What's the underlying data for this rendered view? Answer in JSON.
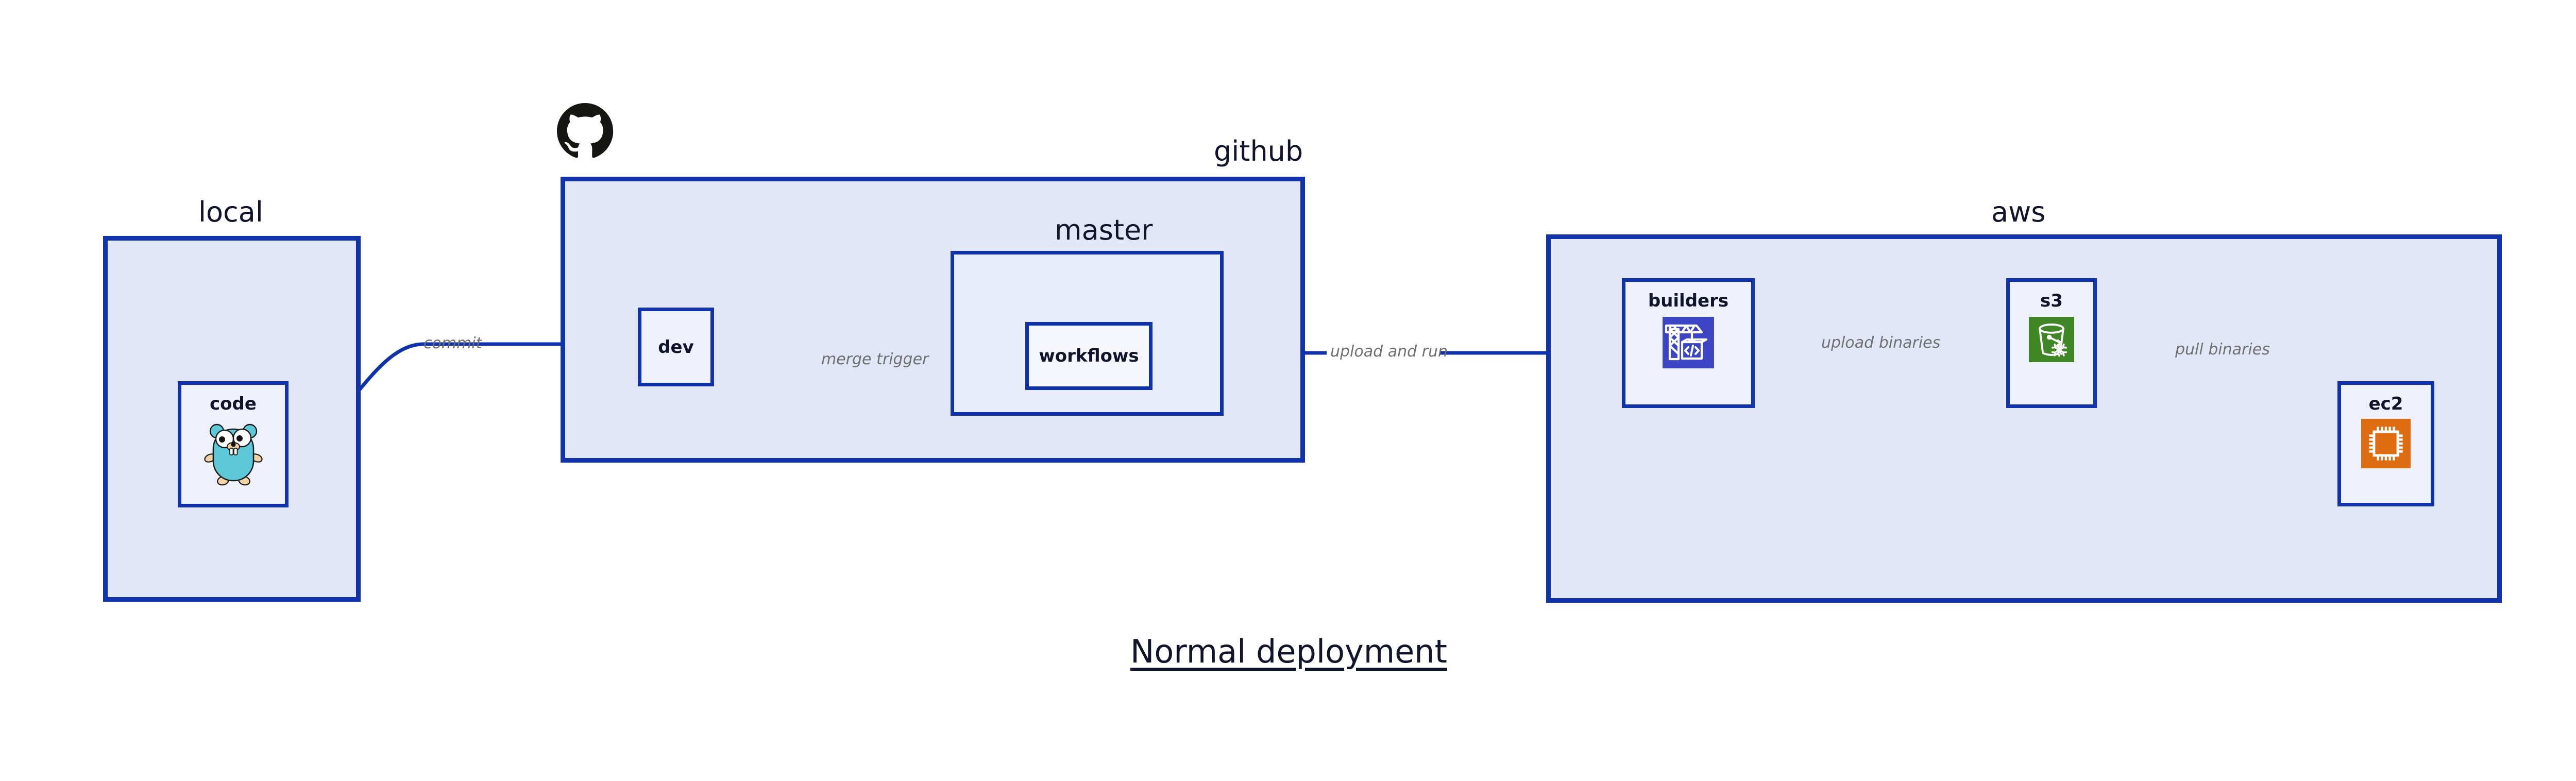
{
  "diagram": {
    "title": "Normal deployment",
    "colors": {
      "zone_border": "#1033ab",
      "zone_fill": "#e2e7f8",
      "subzone_fill": "#e8ecfa",
      "node_fill": "#eef1fc",
      "edge_line": "#1033ab",
      "edge_label_text": "#707070",
      "title_text": "#11142a",
      "codebuild_icon": "#3c46c4",
      "s3_glacier_icon": "#3f8624",
      "ec2_icon": "#dd6b10",
      "gopher_body": "#5dc9d8",
      "github_logo": "#161614"
    },
    "zones": [
      {
        "id": "local",
        "label": "local"
      },
      {
        "id": "github",
        "label": "github"
      },
      {
        "id": "aws",
        "label": "aws"
      }
    ],
    "subzones": [
      {
        "id": "master",
        "label": "master",
        "parent": "github"
      }
    ],
    "nodes": [
      {
        "id": "code",
        "label": "code",
        "zone": "local",
        "icon": "go-gopher-icon"
      },
      {
        "id": "dev",
        "label": "dev",
        "zone": "github",
        "icon": null
      },
      {
        "id": "workflows",
        "label": "workflows",
        "zone": "master",
        "icon": null
      },
      {
        "id": "builders",
        "label": "builders",
        "zone": "aws",
        "icon": "aws-codebuild-icon"
      },
      {
        "id": "s3",
        "label": "s3",
        "zone": "aws",
        "icon": "aws-s3-glacier-icon"
      },
      {
        "id": "ec2",
        "label": "ec2",
        "zone": "aws",
        "icon": "aws-ec2-icon"
      }
    ],
    "edges": [
      {
        "id": "commit",
        "from": "code",
        "to": "dev",
        "label": "commit"
      },
      {
        "id": "merge-trigger",
        "from": "dev",
        "to": "workflows",
        "label": "merge trigger"
      },
      {
        "id": "upload-and-run",
        "from": "workflows",
        "to": "builders",
        "label": "upload and run"
      },
      {
        "id": "upload-binaries",
        "from": "builders",
        "to": "s3",
        "label": "upload binaries"
      },
      {
        "id": "pull-binaries",
        "from": "s3",
        "to": "ec2",
        "label": "pull binaries"
      }
    ],
    "logos": [
      {
        "id": "github-octocat",
        "name": "github-logo-icon",
        "zone": "github"
      }
    ]
  }
}
